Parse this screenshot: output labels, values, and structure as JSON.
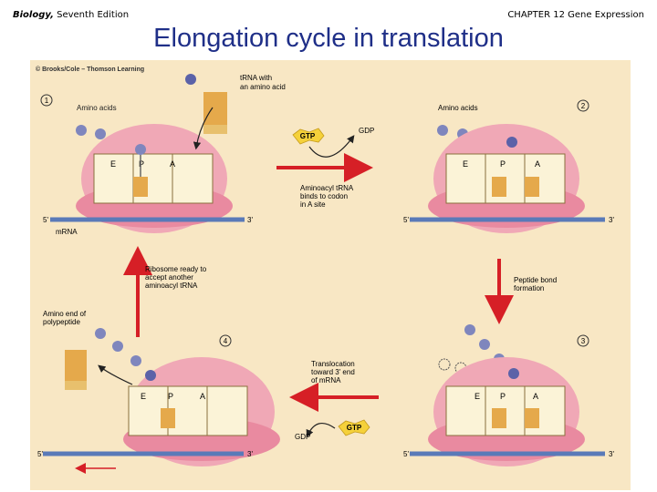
{
  "header": {
    "book_title": "Biology,",
    "book_edition": "Seventh Edition",
    "chapter": "CHAPTER 12 Gene Expression"
  },
  "page_title": "Elongation cycle in translation",
  "figure": {
    "copyright": "© Brooks/Cole – Thomson Learning",
    "step_numbers": [
      "1",
      "2",
      "3",
      "4"
    ],
    "site_labels": {
      "e": "E",
      "p": "P",
      "a": "A"
    },
    "labels": {
      "trna_with_amino_acid_line1": "tRNA with",
      "trna_with_amino_acid_line2": "an amino acid",
      "amino_acids_1": "Amino acids",
      "amino_acids_2": "Amino acids",
      "gtp_1": "GTP",
      "gdp_1": "GDP",
      "gtp_2": "GTP",
      "gdp_2": "GDP",
      "aminoacyl_line1": "Aminoacyl tRNA",
      "aminoacyl_line2": "binds to codon",
      "aminoacyl_line3": "in A site",
      "mrna": "mRNA",
      "five_prime_1": "5'",
      "three_prime_1": "3'",
      "five_prime_2": "5'",
      "three_prime_2": "3'",
      "five_prime_3": "5'",
      "three_prime_3": "3'",
      "five_prime_4": "5'",
      "three_prime_4": "3'",
      "ribosome_ready_line1": "Ribosome ready to",
      "ribosome_ready_line2": "accept another",
      "ribosome_ready_line3": "aminoacyl tRNA",
      "peptide_bond_line1": "Peptide bond",
      "peptide_bond_line2": "formation",
      "amino_end_line1": "Amino end of",
      "amino_end_line2": "polypeptide",
      "translocation_line1": "Translocation",
      "translocation_line2": "toward 3' end",
      "translocation_line3": "of mRNA"
    }
  }
}
